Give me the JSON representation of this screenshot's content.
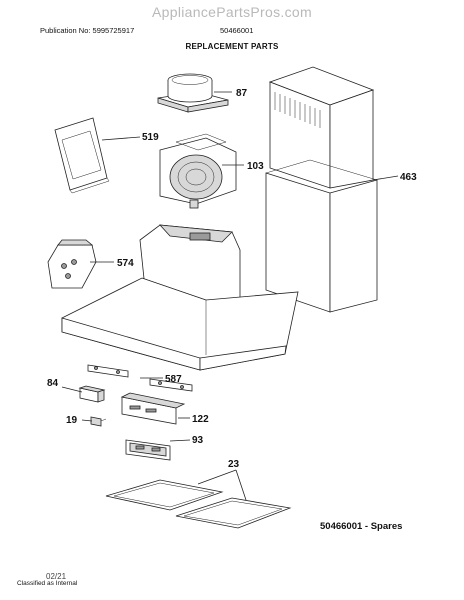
{
  "watermark": "AppliancePartsPros.com",
  "header": {
    "publication": "Publication No: 5995725917",
    "model": "50466001",
    "title": "REPLACEMENT PARTS"
  },
  "callouts": {
    "p87": "87",
    "p519": "519",
    "p103": "103",
    "p463": "463",
    "p574": "574",
    "p587": "587",
    "p84": "84",
    "p122": "122",
    "p19": "19",
    "p93": "93",
    "p23": "23"
  },
  "spares_label": "50466001 - Spares",
  "footer": {
    "classification": "Classified as Internal",
    "date": "02/21"
  }
}
